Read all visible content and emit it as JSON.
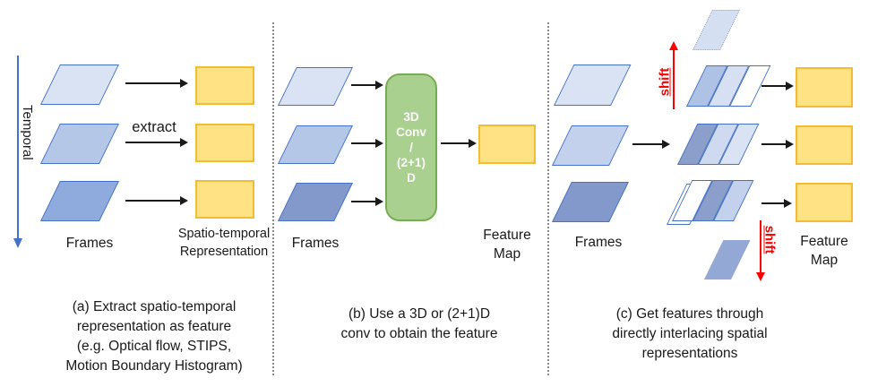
{
  "colors": {
    "accent_blue": "#4472C4",
    "frame_light": "#DAE3F3",
    "frame_medium": "#B4C7E7",
    "frame_dark": "#8FAADC",
    "frame_darker": "#8499CB",
    "frame_mediumlight": "#C3D1EC",
    "stripe_dark": "#8C9FCB",
    "stripe_light": "#CFDAF0",
    "feature_fill": "#FFE284",
    "feature_border": "#F2BC33",
    "conv_fill": "#A9D08E",
    "conv_border": "#76AD52",
    "arrow_black": "#1A1A1A",
    "shift_red": "#FF0000",
    "separator_gray": "#8A8A8A"
  },
  "panel_a": {
    "temporal_label": "Temporal",
    "frames_label": "Frames",
    "extract_label": "extract",
    "output_label": "Spatio-temporal\nRepresentation",
    "caption": "(a) Extract spatio-temporal\nrepresentation as feature\n(e.g. Optical flow, STIPS,\nMotion Boundary Histogram)"
  },
  "panel_b": {
    "frames_label": "Frames",
    "conv_label": "3D\nConv\n/\n(2+1)\nD",
    "output_label": "Feature\nMap",
    "caption": "(b) Use a 3D or (2+1)D\nconv to obtain the feature"
  },
  "panel_c": {
    "shift_up_label": "shift",
    "shift_down_label": "shift",
    "frames_label": "Frames",
    "output_label": "Feature\nMap",
    "caption": "(c) Get features through\ndirectly interlacing spatial\nrepresentations"
  }
}
